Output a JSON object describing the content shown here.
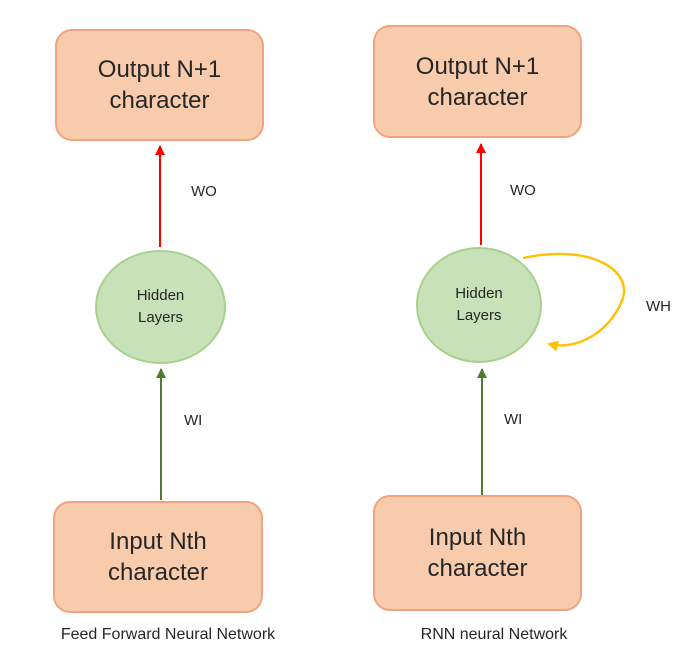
{
  "colors": {
    "box_fill": "#F8CBAD",
    "box_border": "#EFA47E",
    "circle_fill": "#C7E1B8",
    "circle_border": "#A9D18E",
    "arrow_output": "#FF0000",
    "arrow_input": "#4E7B31",
    "arrow_recurrent": "#FFC000",
    "text": "#262626"
  },
  "networks": [
    {
      "id": "feed-forward",
      "caption": "Feed Forward Neural Network",
      "output_box": {
        "line1": "Output N+1",
        "line2": "character"
      },
      "hidden_node": {
        "line1": "Hidden",
        "line2": "Layers"
      },
      "input_box": {
        "line1": "Input Nth",
        "line2": "character"
      },
      "labels": {
        "output_weight": "WO",
        "input_weight": "WI"
      }
    },
    {
      "id": "rnn",
      "caption": "RNN neural Network",
      "output_box": {
        "line1": "Output N+1",
        "line2": "character"
      },
      "hidden_node": {
        "line1": "Hidden",
        "line2": "Layers"
      },
      "input_box": {
        "line1": "Input Nth",
        "line2": "character"
      },
      "labels": {
        "output_weight": "WO",
        "input_weight": "WI",
        "recurrent_weight": "WH"
      }
    }
  ]
}
